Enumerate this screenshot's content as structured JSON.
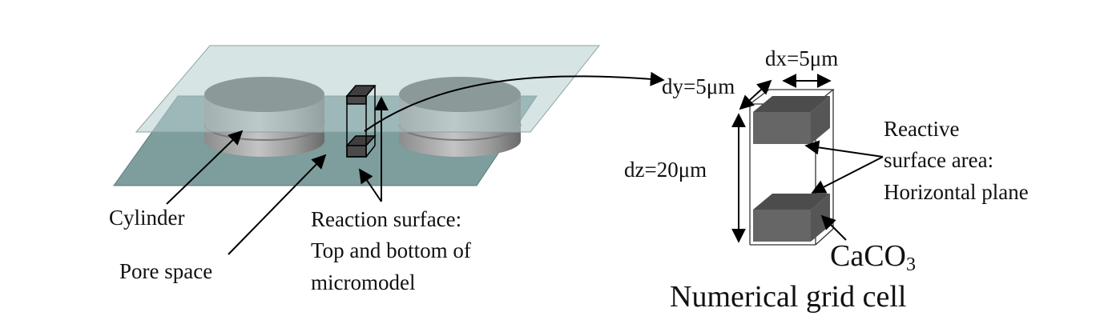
{
  "labels": {
    "cylinder": "Cylinder",
    "pore_space": "Pore space",
    "reaction_surface": [
      "Reaction surface:",
      "Top and bottom of",
      "micromodel"
    ],
    "dx": "dx=5μm",
    "dy": "dy=5μm",
    "dz": "dz=20μm",
    "reactive_surface": [
      "Reactive",
      "surface area:",
      "Horizontal plane"
    ],
    "caco3_main": "CaCO",
    "caco3_sub": "3",
    "grid_cell_title": "Numerical grid cell"
  },
  "colors": {
    "top_plate": "#b7cece",
    "bottom_plate": "#7e9d9d",
    "cylinder_top": "#5a5a5a",
    "cylinder_side_light": "#bdbdbd",
    "cylinder_side_dark": "#6f6f6f",
    "block_dark": "#4f4f4f",
    "block_face": "#666666",
    "arrow": "#000000"
  }
}
